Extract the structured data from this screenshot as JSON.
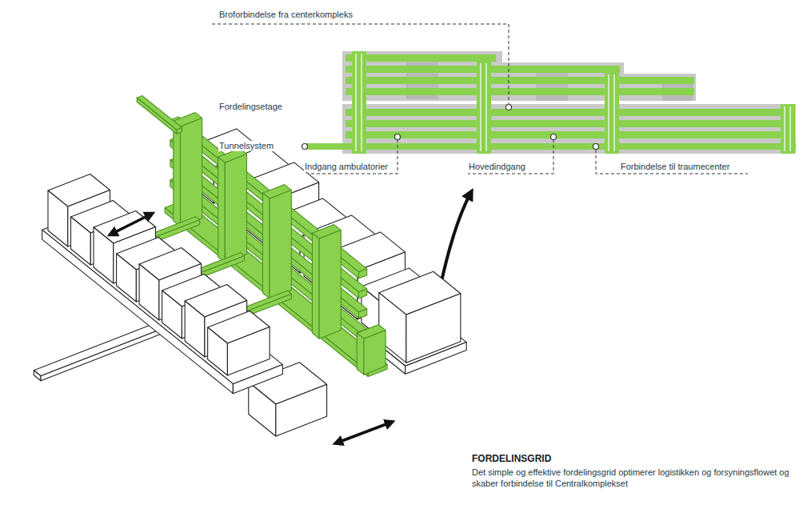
{
  "diagram": {
    "title": "FORDELINSGRID",
    "caption": "Det simple og effektive fordelingsgrid optimerer logistikken og forsyningsflowet og skaber forbindelse til Centralkomplekset",
    "labels": [
      "Broforbindelse fra centerkompleks",
      "Fordelingsetage",
      "Tunnelsystem",
      "Indgang ambulatorier",
      "Hovedindgang",
      "Forbindelse til traumecenter"
    ]
  }
}
